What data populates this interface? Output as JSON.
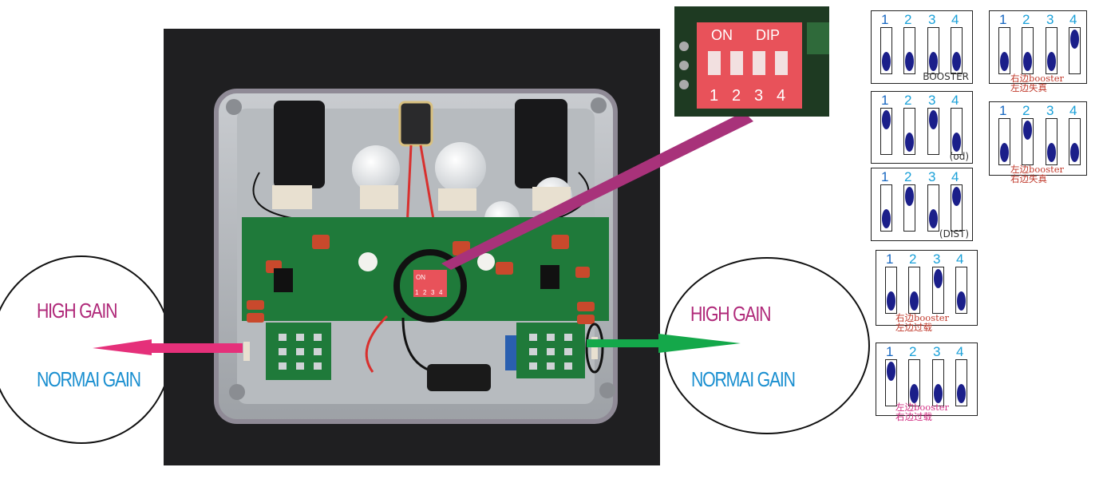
{
  "left_callout": {
    "high": "HIGH GAIN",
    "normal": "NORMAI GAIN"
  },
  "right_callout": {
    "high": "HIGH GAIN",
    "normal": "NORMAI GAIN"
  },
  "inset": {
    "on": "ON",
    "dip": "DIP",
    "numbers": [
      "1",
      "2",
      "3",
      "4"
    ]
  },
  "pcb_switch": {
    "on": "ON",
    "numbers": [
      "1",
      "2",
      "3",
      "4"
    ]
  },
  "dip_numbers": [
    "1",
    "2",
    "3",
    "4"
  ],
  "diagrams": [
    {
      "id": "a",
      "switches": [
        "down",
        "down",
        "down",
        "down"
      ],
      "caption": "BOOSTER",
      "notes": []
    },
    {
      "id": "b",
      "switches": [
        "down",
        "down",
        "down",
        "up"
      ],
      "caption": "",
      "notes": [
        "右边booster",
        "左边失真"
      ]
    },
    {
      "id": "c",
      "switches": [
        "up",
        "down",
        "up",
        "down"
      ],
      "caption": "(od)",
      "notes": []
    },
    {
      "id": "d",
      "switches": [
        "down",
        "up",
        "down",
        "down"
      ],
      "caption": "",
      "notes": [
        "左边booster",
        "右边失真"
      ]
    },
    {
      "id": "e",
      "switches": [
        "down",
        "up",
        "down",
        "up"
      ],
      "caption": "(DIST)",
      "notes": []
    },
    {
      "id": "f",
      "switches": [
        "down",
        "down",
        "up",
        "down"
      ],
      "caption": "",
      "notes": [
        "右边booster",
        "左边过载"
      ]
    },
    {
      "id": "g",
      "switches": [
        "up",
        "down",
        "down",
        "down"
      ],
      "caption": "",
      "notes": [
        "左边booster",
        "右边过载"
      ]
    }
  ],
  "colors": {
    "pcb": "#1f7a3a",
    "dip_red": "#e8525a",
    "knob": "#1b1f8a",
    "high_gain": "#b02a7a",
    "normal_gain": "#1a8fd0"
  }
}
